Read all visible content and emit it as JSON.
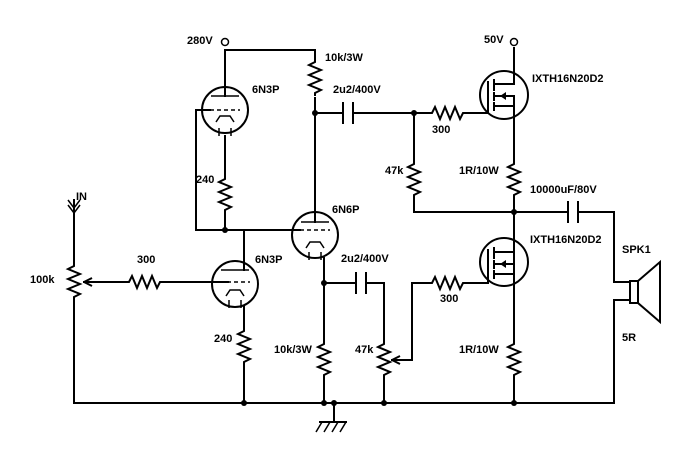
{
  "labels": {
    "supply_280v": "280V",
    "supply_50v": "50V",
    "res_plate_10k3w": "10k/3W",
    "tube_6n3p_upper": "6N3P",
    "cap_2u2_top": "2u2/400V",
    "mosfet_upper": "IXTH16N20D2",
    "res_300_upper": "300",
    "res_47k_upper": "47k",
    "res_1r10w_upper": "1R/10W",
    "res_240_upper": "240",
    "cap_10000uf": "10000uF/80V",
    "tube_6n6p": "6N6P",
    "input": "IN",
    "res_100k": "100k",
    "res_300_left": "300",
    "tube_6n3p_lower": "6N3P",
    "cap_2u2_bottom": "2u2/400V",
    "mosfet_lower": "IXTH16N20D2",
    "speaker": "SPK1",
    "res_300_lower": "300",
    "speaker_impedance": "5R",
    "res_240_lower": "240",
    "res_cathode_10k3w": "10k/3W",
    "pot_47k": "47k",
    "res_1r10w_lower": "1R/10W"
  }
}
